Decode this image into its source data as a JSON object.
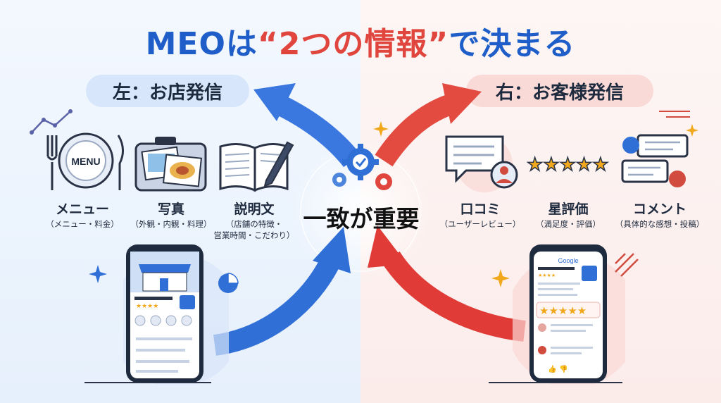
{
  "title": {
    "prefix": "MEOは",
    "highlight": "“2つの情報”",
    "suffix": "で決まる"
  },
  "left": {
    "label": "左：お店発信",
    "items": [
      {
        "name": "メニュー",
        "sub": "（メニュー・料金）"
      },
      {
        "name": "写真",
        "sub": "（外観・内観・料理）"
      },
      {
        "name": "説明文",
        "sub": "（店舗の特徴・",
        "sub2": "営業時間・こだわり）"
      }
    ],
    "menu_plate_text": "MENU"
  },
  "right": {
    "label": "右：お客様発信",
    "items": [
      {
        "name": "口コミ",
        "sub": "（ユーザーレビュー）"
      },
      {
        "name": "星評価",
        "sub": "（満足度・評価）"
      },
      {
        "name": "コメント",
        "sub": "（具体的な感想・投稿）"
      }
    ],
    "phone_brand": "Google"
  },
  "center": {
    "text": "一致が重要"
  },
  "colors": {
    "blue": "#1f5ec8",
    "red": "#e0463d",
    "gold": "#f2a81d"
  }
}
